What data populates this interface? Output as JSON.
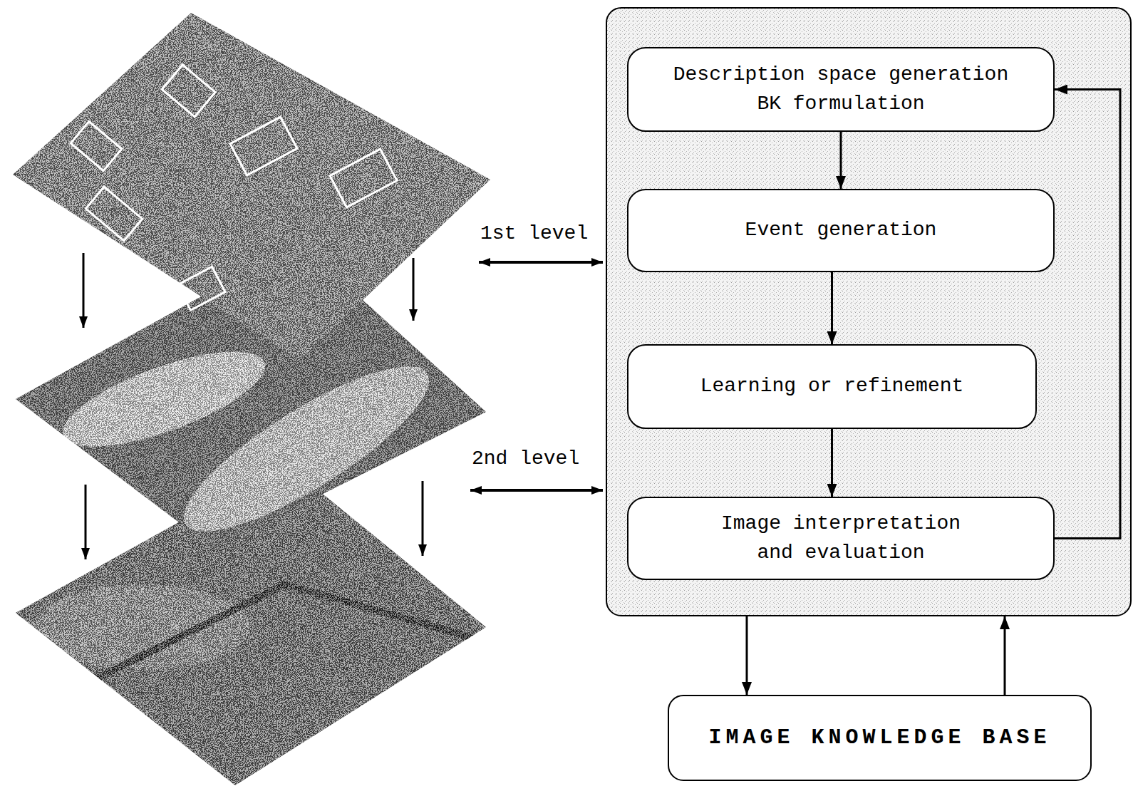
{
  "diagram": {
    "nodes": [
      {
        "text": []
      },
      {
        "text": [
          "Description space generation BK formulation"
        ],
        "in": 0
      },
      {
        "text": [
          "Event generation"
        ],
        "in": 0
      },
      {
        "text": [
          "Learning or refinement"
        ],
        "in": 0
      },
      {
        "text": [
          "Image interpretation and evaluation"
        ],
        "in": 0
      },
      {
        "text": [
          "IMAGE KNOWLEDGE BASE"
        ]
      }
    ],
    "edges": [
      {
        "from": 1,
        "to": 2,
        "arrow": "to"
      },
      {
        "from": 2,
        "to": 3,
        "arrow": "to"
      },
      {
        "from": 3,
        "to": 4,
        "arrow": "to"
      },
      {
        "from": 4,
        "to": 1,
        "arrow": "to"
      },
      {
        "from": 0,
        "to": 5,
        "arrow": "to"
      },
      {
        "from": 5,
        "to": 0,
        "arrow": "to"
      }
    ],
    "labels": [
      "1st level",
      "2nd level"
    ]
  }
}
